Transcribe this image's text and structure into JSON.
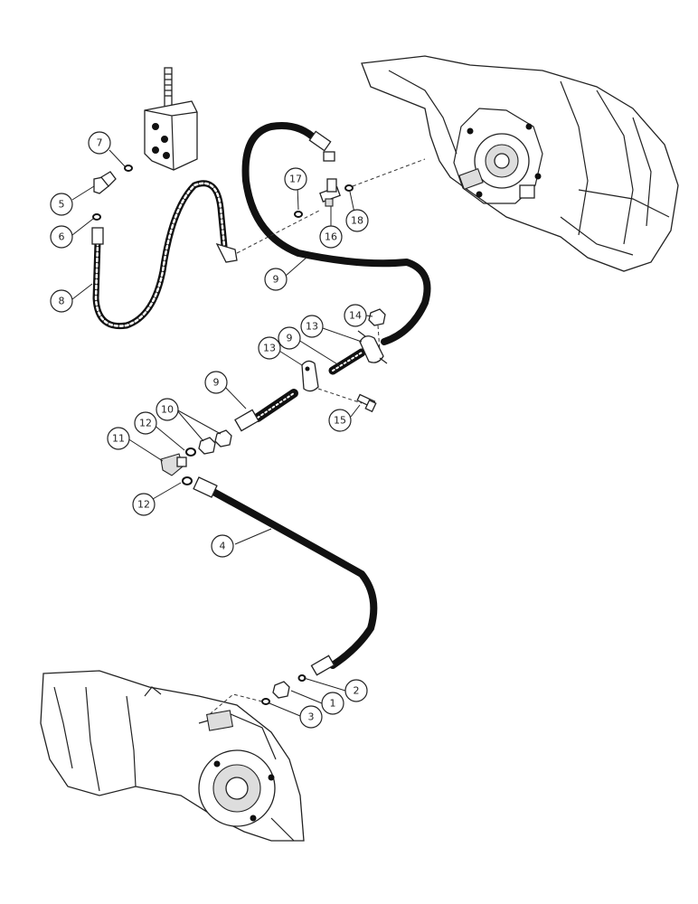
{
  "callouts": [
    {
      "label": "7"
    },
    {
      "label": "5"
    },
    {
      "label": "6"
    },
    {
      "label": "8"
    },
    {
      "label": "17"
    },
    {
      "label": "16"
    },
    {
      "label": "18"
    },
    {
      "label": "9"
    },
    {
      "label": "14"
    },
    {
      "label": "13"
    },
    {
      "label": "9"
    },
    {
      "label": "13"
    },
    {
      "label": "9"
    },
    {
      "label": "15"
    },
    {
      "label": "10"
    },
    {
      "label": "12"
    },
    {
      "label": "11"
    },
    {
      "label": "12"
    },
    {
      "label": "4"
    },
    {
      "label": "2"
    },
    {
      "label": "1"
    },
    {
      "label": "3"
    }
  ]
}
